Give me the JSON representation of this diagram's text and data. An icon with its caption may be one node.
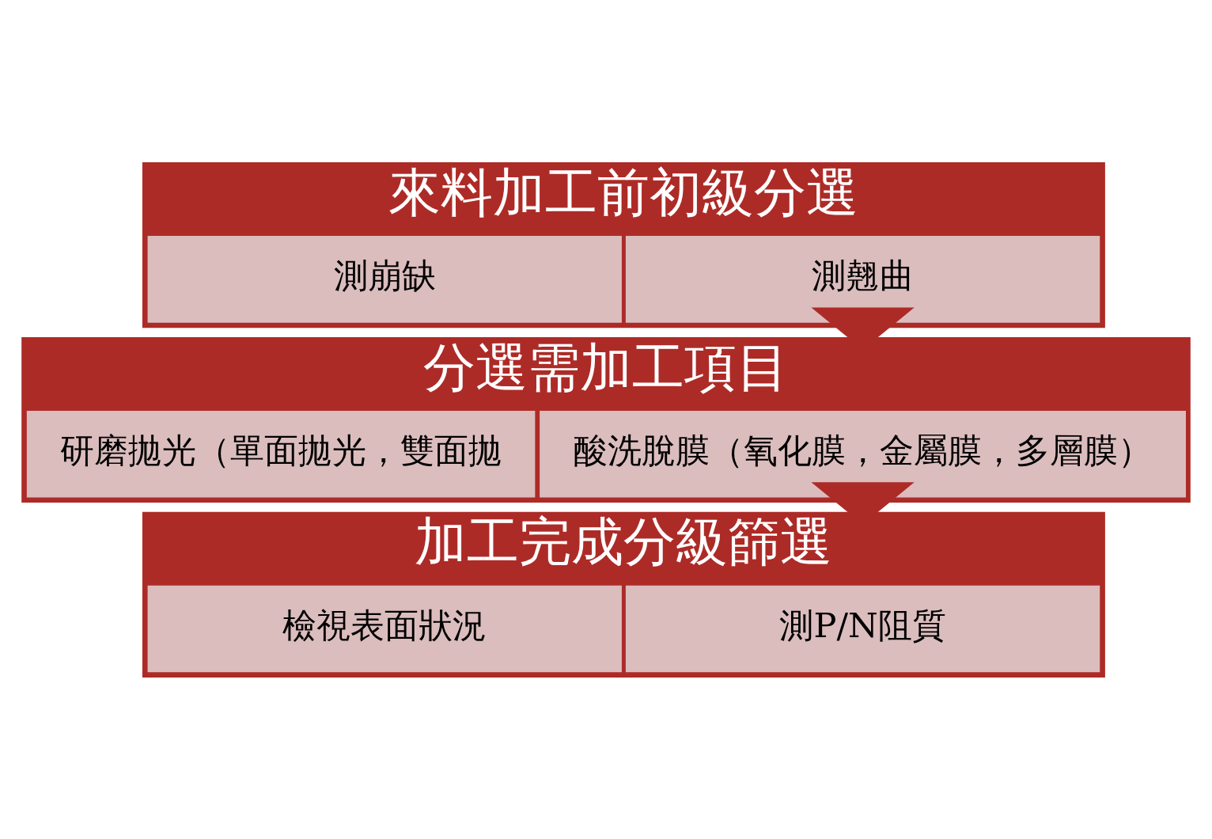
{
  "diagram": {
    "nodes": [
      {
        "text": [
          "來料加工前初級分選"
        ]
      },
      {
        "text": [
          "測翹曲"
        ],
        "in": 0
      },
      {
        "text": [
          "測崩缺"
        ],
        "in": 0
      },
      {
        "text": [
          "分選需加工項目"
        ]
      },
      {
        "text": [
          "酸洗脫膜（氧化膜，金屬膜，多層膜）"
        ],
        "in": 3
      },
      {
        "text": [
          "研磨拋光（單面拋光，雙面拋"
        ],
        "in": 3
      },
      {
        "text": [
          "加工完成分級篩選"
        ]
      },
      {
        "text": [
          "測P/N阻質"
        ],
        "in": 6
      },
      {
        "text": [
          "檢視表面狀況"
        ],
        "in": 6
      }
    ],
    "edges": [
      {
        "from": 0,
        "to": 3,
        "arrow": "to",
        "style": "thick"
      },
      {
        "from": 3,
        "to": 6,
        "arrow": "to",
        "style": "thick"
      }
    ]
  }
}
